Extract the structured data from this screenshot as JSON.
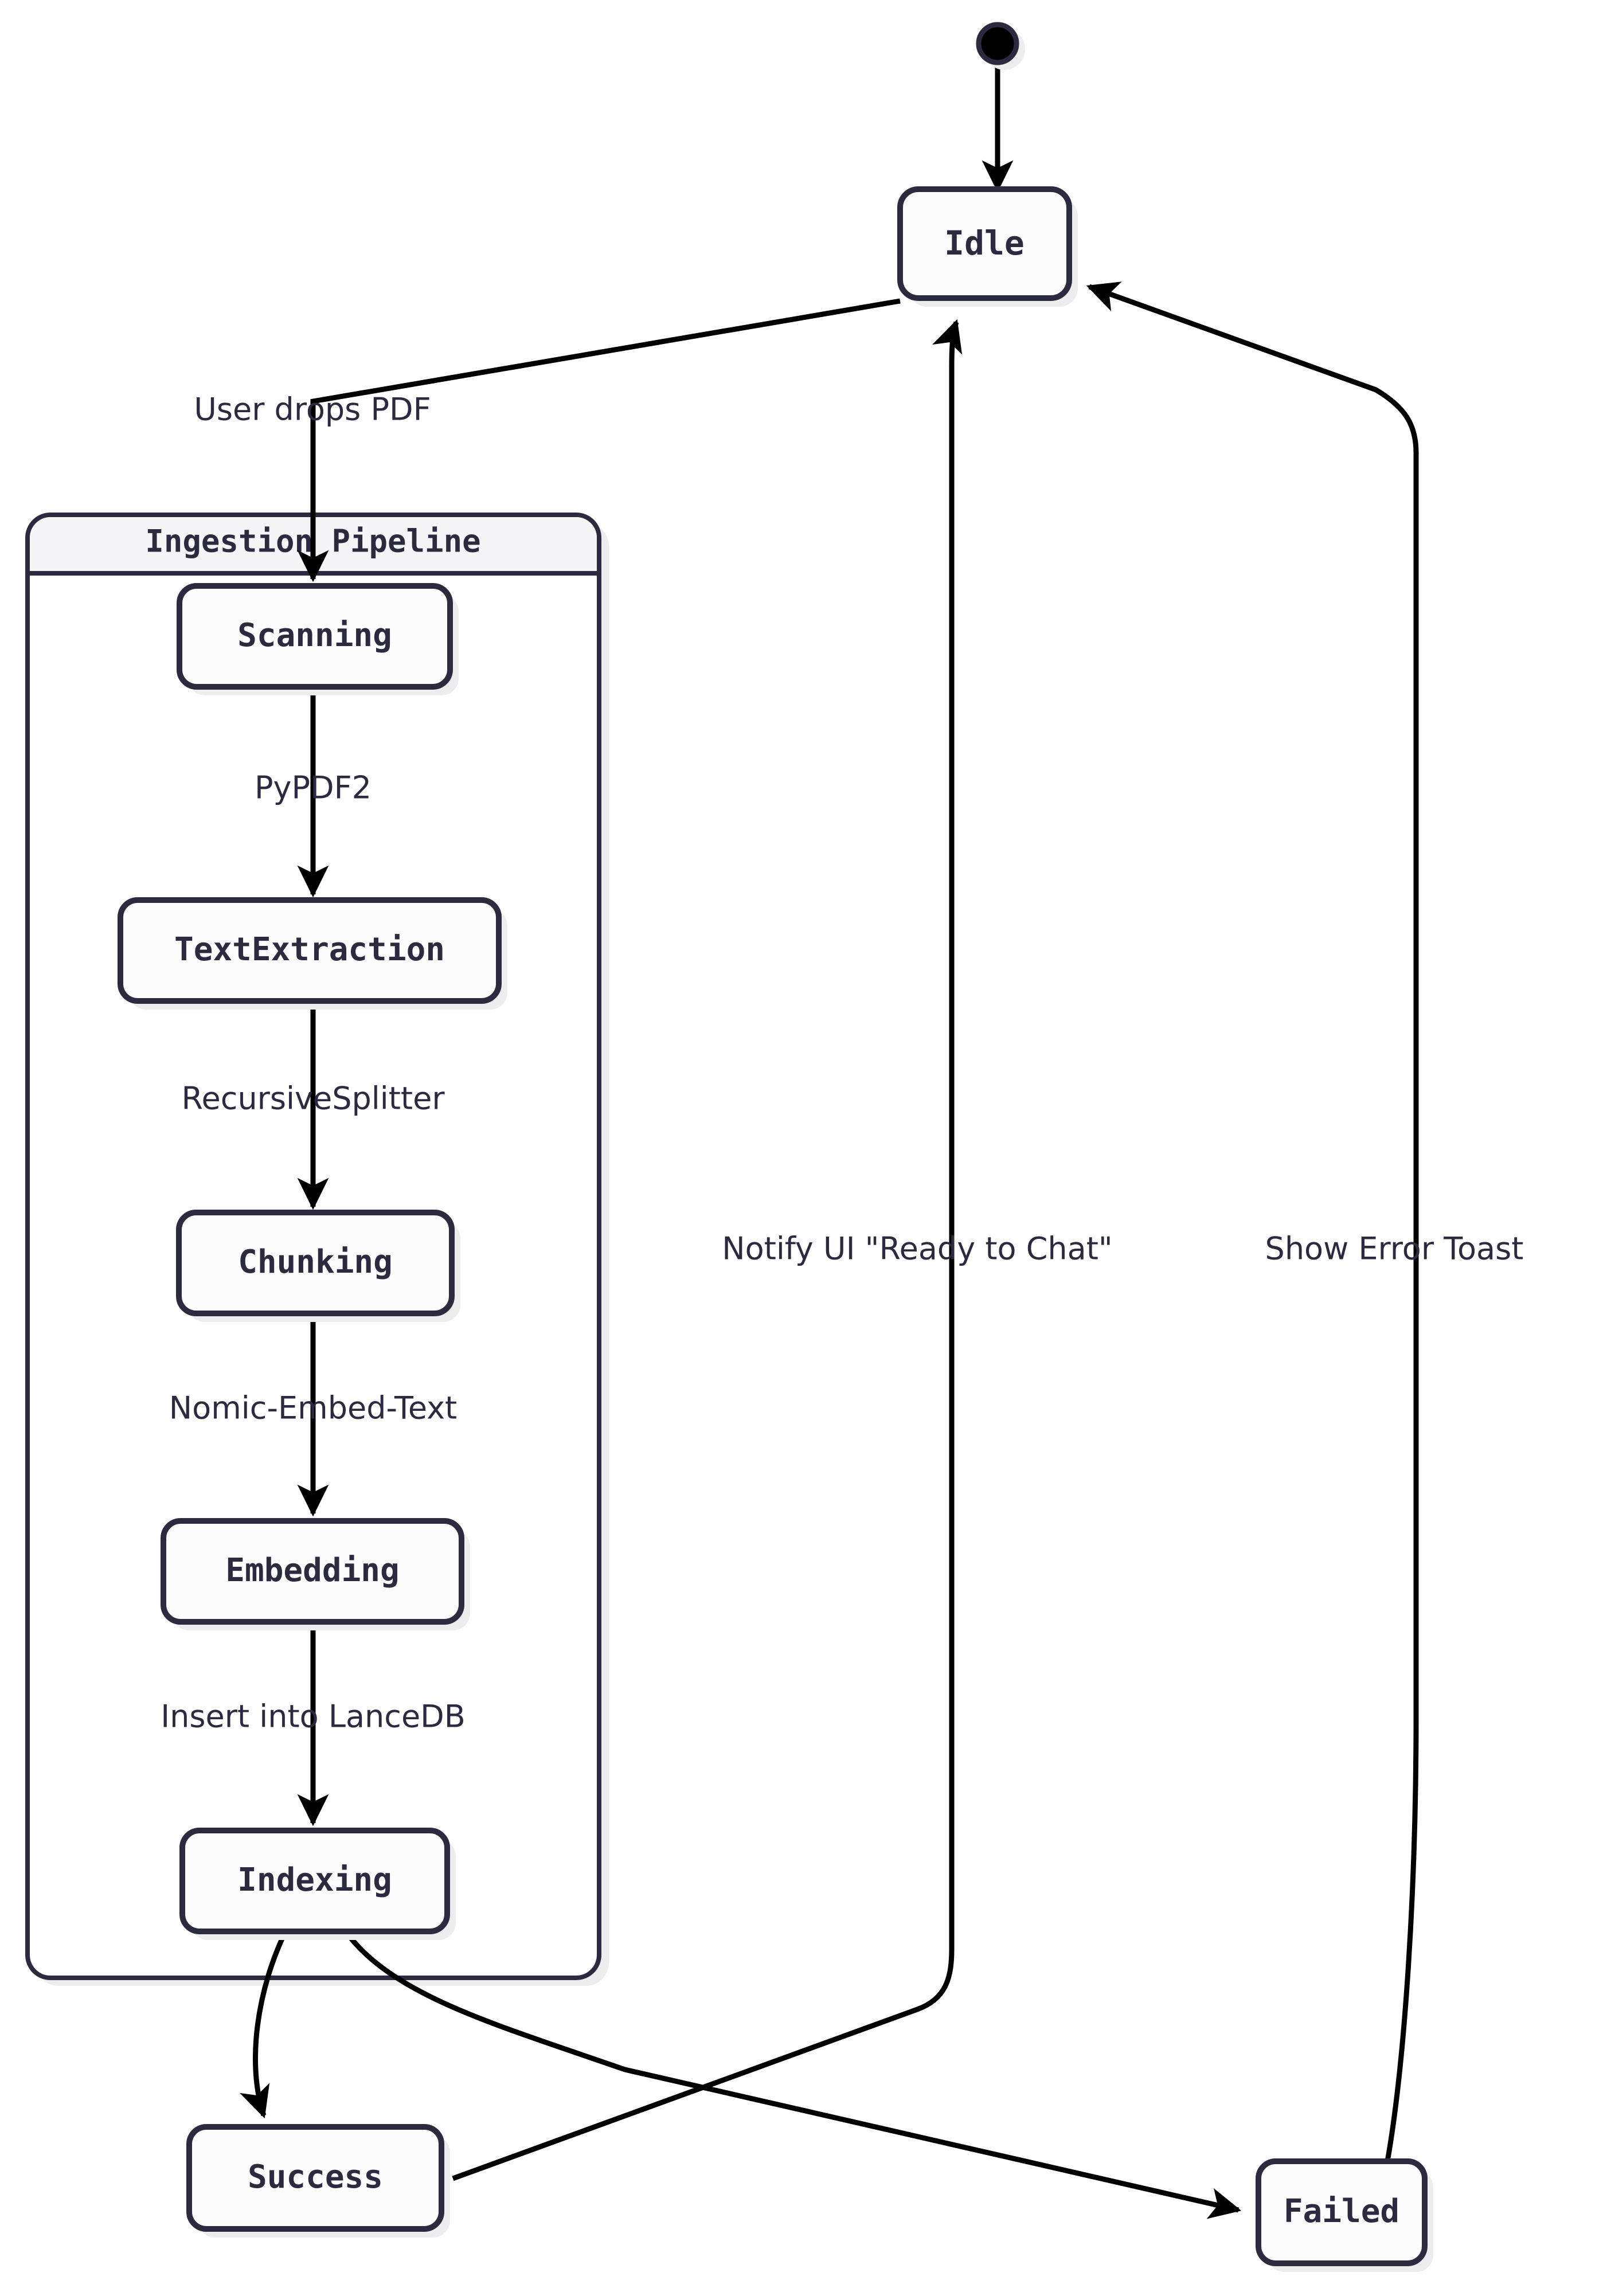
{
  "diagram": {
    "type": "state-diagram",
    "title": "PDF Ingestion State Machine",
    "colors": {
      "stroke": "#2b2a3f",
      "edge": "#000000",
      "node_fill": "#fcfcfd",
      "cluster_title_fill": "#f5f5f8",
      "cluster_body_fill": "#ffffff",
      "shadow": "#ededf0",
      "text": "#2b2a3f",
      "background": "#ffffff"
    },
    "start_state": {
      "name": "start-state",
      "shape": "filled-circle"
    },
    "cluster": {
      "id": "ingestion-pipeline",
      "label": "Ingestion Pipeline"
    },
    "states": [
      {
        "id": "idle",
        "label": "Idle",
        "group": "root"
      },
      {
        "id": "scanning",
        "label": "Scanning",
        "group": "ingestion-pipeline"
      },
      {
        "id": "textextraction",
        "label": "TextExtraction",
        "group": "ingestion-pipeline"
      },
      {
        "id": "chunking",
        "label": "Chunking",
        "group": "ingestion-pipeline"
      },
      {
        "id": "embedding",
        "label": "Embedding",
        "group": "ingestion-pipeline"
      },
      {
        "id": "indexing",
        "label": "Indexing",
        "group": "ingestion-pipeline"
      },
      {
        "id": "success",
        "label": "Success",
        "group": "root"
      },
      {
        "id": "failed",
        "label": "Failed",
        "group": "root"
      }
    ],
    "transitions": [
      {
        "id": "t0",
        "from": "start",
        "to": "idle",
        "label": ""
      },
      {
        "id": "t1",
        "from": "idle",
        "to": "scanning",
        "label": "User drops PDF"
      },
      {
        "id": "t2",
        "from": "scanning",
        "to": "textextraction",
        "label": "PyPDF2"
      },
      {
        "id": "t3",
        "from": "textextraction",
        "to": "chunking",
        "label": "RecursiveSplitter"
      },
      {
        "id": "t4",
        "from": "chunking",
        "to": "embedding",
        "label": "Nomic-Embed-Text"
      },
      {
        "id": "t5",
        "from": "embedding",
        "to": "indexing",
        "label": "Insert into LanceDB"
      },
      {
        "id": "t6",
        "from": "indexing",
        "to": "success",
        "label": ""
      },
      {
        "id": "t7",
        "from": "indexing",
        "to": "failed",
        "label": ""
      },
      {
        "id": "t8",
        "from": "success",
        "to": "idle",
        "label": "Notify UI \"Ready to Chat\""
      },
      {
        "id": "t9",
        "from": "failed",
        "to": "idle",
        "label": "Show Error Toast"
      }
    ],
    "labels": {
      "idle": "Idle",
      "scanning": "Scanning",
      "textextraction": "TextExtraction",
      "chunking": "Chunking",
      "embedding": "Embedding",
      "indexing": "Indexing",
      "success": "Success",
      "failed": "Failed",
      "cluster": "Ingestion Pipeline",
      "e_user_drops_pdf": "User drops PDF",
      "e_pypdf2": "PyPDF2",
      "e_recursive_splitter": "RecursiveSplitter",
      "e_nomic_embed_text": "Nomic-Embed-Text",
      "e_insert_lancedb": "Insert into LanceDB",
      "e_notify_ui": "Notify UI \"Ready to Chat\"",
      "e_show_error_toast": "Show Error Toast"
    }
  }
}
